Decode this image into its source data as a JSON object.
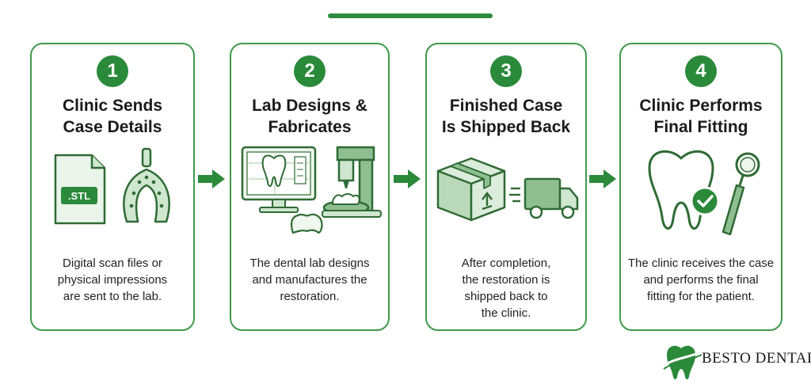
{
  "accent_color": "#2a8a3a",
  "steps": [
    {
      "number": "1",
      "title": "Clinic Sends\nCase Details",
      "description": "Digital scan files or\nphysical impressions\nare sent to the lab.",
      "file_label": ".STL",
      "icons": [
        "stl-file-icon",
        "impression-tray-icon"
      ]
    },
    {
      "number": "2",
      "title": "Lab Designs &\nFabricates",
      "description": "The dental lab designs\nand manufactures the\nrestoration.",
      "icons": [
        "cad-monitor-icon",
        "milling-machine-icon",
        "crown-icon"
      ]
    },
    {
      "number": "3",
      "title": "Finished Case\nIs Shipped Back",
      "description": "After completion,\nthe restoration is\nshipped back to\nthe clinic.",
      "icons": [
        "shipping-box-icon",
        "delivery-truck-icon"
      ]
    },
    {
      "number": "4",
      "title": "Clinic Performs\nFinal Fitting",
      "description": "The clinic receives the case\nand performs the final\nfitting for the patient.",
      "icons": [
        "tooth-check-icon",
        "dental-mirror-icon"
      ]
    }
  ],
  "logo": {
    "text": "BESTO DENTAL"
  }
}
